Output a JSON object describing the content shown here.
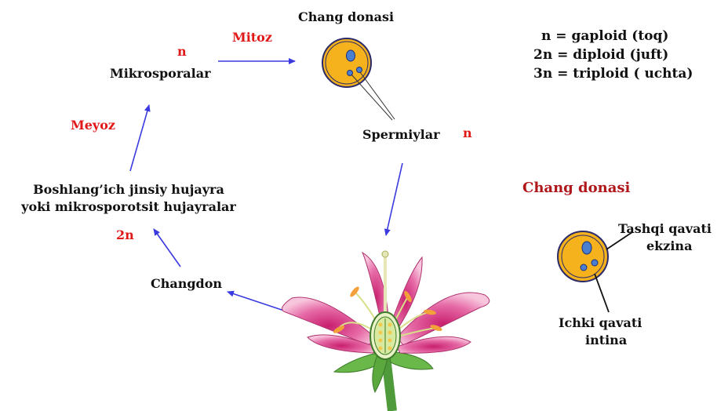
{
  "cycle": {
    "pollen_label": "Chang donasi",
    "mitosis_label": "Mitoz",
    "microspore_ploidy": "n",
    "microspores_label": "Mikrosporalar",
    "meiosis_label": "Meyoz",
    "mother_cell_line1": "Boshlang’ich jinsiy hujayra",
    "mother_cell_line2": "yoki mikrosporotsit hujayralar",
    "mother_cell_ploidy": "2n",
    "anther_label": "Changdon",
    "sperm_label": "Spermiylar",
    "sperm_ploidy": "n"
  },
  "legend": {
    "line1": "n = gaploid (toq)",
    "line2": "2n = diploid (juft)",
    "line3": "3n = triploid ( uchta)"
  },
  "pollen_structure": {
    "title": "Chang donasi",
    "outer_line1": "Tashqi qavati",
    "outer_line2": "ekzina",
    "inner_line1": "Ichki qavati",
    "inner_line2": "intina"
  },
  "colors": {
    "arrow": "#3a3ae0",
    "ploidy_red": "#e01818",
    "title_red": "#b0171a",
    "pollen_fill": "#f5b21c",
    "nucleus_fill": "#4a7fd0"
  }
}
